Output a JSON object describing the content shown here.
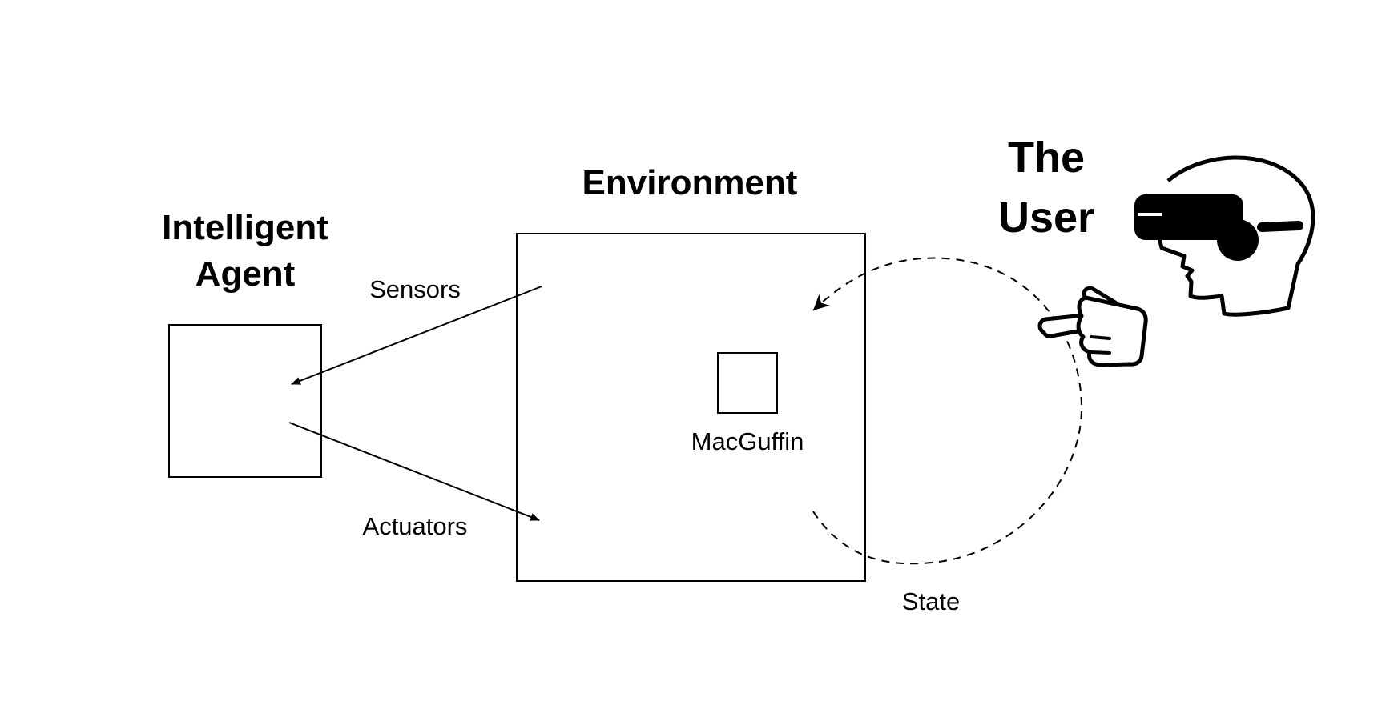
{
  "diagram": {
    "agent": {
      "title_line1": "Intelligent",
      "title_line2": "Agent"
    },
    "environment": {
      "title": "Environment",
      "object_label": "MacGuffin"
    },
    "user": {
      "title_line1": "The",
      "title_line2": "User"
    },
    "arrows": {
      "sensors_label": "Sensors",
      "actuators_label": "Actuators",
      "state_label": "State"
    },
    "colors": {
      "ink": "#000000",
      "background": "#ffffff"
    }
  }
}
